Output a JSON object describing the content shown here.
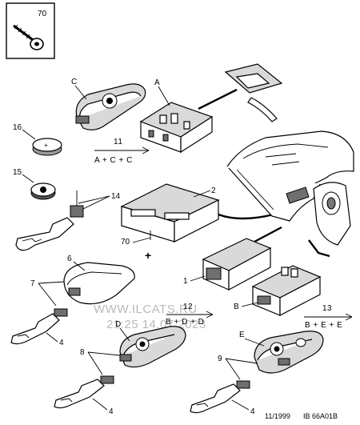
{
  "inset": {
    "ref": "70"
  },
  "callouts": {
    "c_key": "C",
    "a_unit": "A",
    "n16": "16",
    "n15": "15",
    "n14": "14",
    "n2": "2",
    "n70": "70",
    "n6": "6",
    "n7": "7",
    "n1": "1",
    "n12": "12",
    "b_unit": "B",
    "n13": "13",
    "n4a": "4",
    "d_key": "D",
    "n8": "8",
    "e_key": "E",
    "n9": "9",
    "n4b": "4",
    "n4c": "4"
  },
  "formulas": {
    "f11_num": "11",
    "f11_text": "A + C + C",
    "f12_num": "12",
    "f12_text": "B + D + D",
    "f13_num": "13",
    "f13_text": "B + E + E"
  },
  "watermark": {
    "site": "WWW.ILCATS.RU",
    "stamp": "21:25 14.07.2023"
  },
  "footer": {
    "date": "11/1999",
    "code": "IB 66A01B"
  }
}
